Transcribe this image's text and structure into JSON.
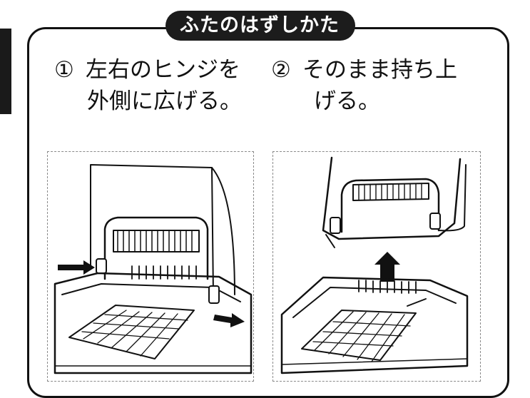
{
  "title": "ふたのはずしかた",
  "steps": [
    {
      "number": "①",
      "line1": "左右のヒンジを",
      "line2": "外側に広げる。"
    },
    {
      "number": "②",
      "line1": "そのまま持ち上",
      "line2": "げる。"
    }
  ],
  "icons": {
    "hinge_arrows": "arrow-icon",
    "lift_arrow": "up-arrow-icon"
  },
  "colors": {
    "ink": "#111111",
    "paper": "#ffffff",
    "title_bg": "#1c1c1c"
  }
}
